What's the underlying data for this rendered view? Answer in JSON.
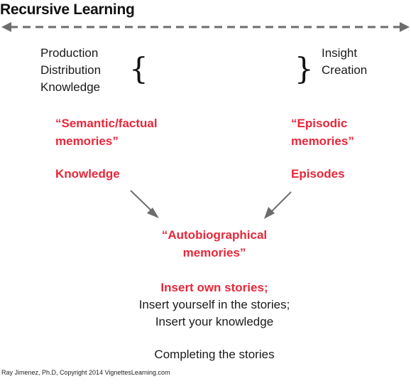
{
  "title": "Recursive Learning",
  "left_group": {
    "lines": [
      "Production",
      "Distribution",
      "Knowledge"
    ]
  },
  "right_group": {
    "lines": [
      "Insight",
      "Creation"
    ]
  },
  "left_column": {
    "memory_line1": "“Semantic/factual",
    "memory_line2": "memories”",
    "label": "Knowledge"
  },
  "right_column": {
    "memory_line1": "“Episodic",
    "memory_line2": "memories”",
    "label": "Episodes"
  },
  "center": {
    "memory_line1": "“Autobiographical",
    "memory_line2": "memories”",
    "insert_red": "Insert own stories;",
    "insert_line2": "Insert yourself in the stories;",
    "insert_line3": "Insert your knowledge",
    "completing": "Completing the stories"
  },
  "footer": "Ray Jimenez, Ph.D, Copyright 2014  VignettesLearning.com",
  "colors": {
    "accent_red": "#e8273a",
    "arrow_gray": "#6d6d6d"
  }
}
